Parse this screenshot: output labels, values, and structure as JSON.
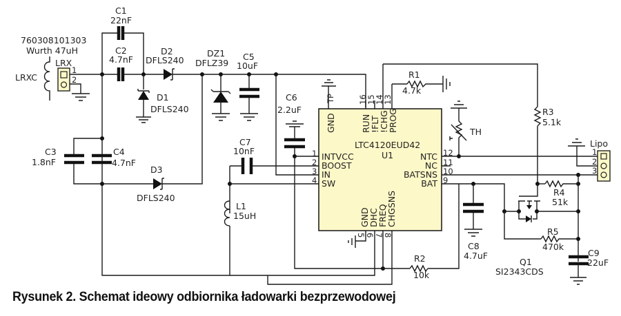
{
  "caption": "Rysunek 2. Schemat ideowy odbiornika ładowarki bezprzewodowej",
  "components": {
    "coil": {
      "ref": "LRXC",
      "part": "760308101303",
      "desc": "Wurth 47uH"
    },
    "lrx": {
      "ref": "LRX",
      "pin1": "1",
      "pin2": "2"
    },
    "c1": {
      "ref": "C1",
      "value": "22nF"
    },
    "c2": {
      "ref": "C2",
      "value": "4.7nF"
    },
    "c3": {
      "ref": "C3",
      "value": "1.8nF"
    },
    "c4": {
      "ref": "C4",
      "value": "4.7nF"
    },
    "c5": {
      "ref": "C5",
      "value": "10uF"
    },
    "c6": {
      "ref": "C6",
      "value": "2.2uF"
    },
    "c7": {
      "ref": "C7",
      "value": "10nF"
    },
    "c8": {
      "ref": "C8",
      "value": "4.7uF"
    },
    "c9": {
      "ref": "C9",
      "value": "22uF"
    },
    "d1": {
      "ref": "D1",
      "value": "DFLS240"
    },
    "d2": {
      "ref": "D2",
      "value": "DFLS240"
    },
    "d3": {
      "ref": "D3",
      "value": "DFLS240"
    },
    "dz1": {
      "ref": "DZ1",
      "value": "DFLZ39"
    },
    "l1": {
      "ref": "L1",
      "value": "15uH"
    },
    "r1": {
      "ref": "R1",
      "value": "4.7k"
    },
    "r2": {
      "ref": "R2",
      "value": "10k"
    },
    "r3": {
      "ref": "R3",
      "value": "5.1k"
    },
    "r4": {
      "ref": "R4",
      "value": "51k"
    },
    "r5": {
      "ref": "R5",
      "value": "470k"
    },
    "th": {
      "ref": "TH"
    },
    "q1": {
      "ref": "Q1",
      "value": "SI2343CDS"
    },
    "lipo": {
      "ref": "Lipo",
      "pin1": "1",
      "pin2": "2",
      "pin3": "3"
    }
  },
  "ic": {
    "part": "LTC4120EUD42",
    "ref": "U1",
    "left_pins": [
      {
        "num": "1",
        "name": "INTVCC"
      },
      {
        "num": "2",
        "name": "BOOST"
      },
      {
        "num": "3",
        "name": "IN"
      },
      {
        "num": "4",
        "name": "SW"
      }
    ],
    "right_pins": [
      {
        "num": "12",
        "name": "NTC"
      },
      {
        "num": "11",
        "name": "NC"
      },
      {
        "num": "10",
        "name": "BATSNS"
      },
      {
        "num": "9",
        "name": "BAT"
      }
    ],
    "top_pins": [
      {
        "num": "TP",
        "name": "GND"
      },
      {
        "num": "16",
        "name": "RUN"
      },
      {
        "num": "15",
        "name": "!FLT"
      },
      {
        "num": "14",
        "name": "!CHG"
      },
      {
        "num": "13",
        "name": "PROG"
      }
    ],
    "bottom_pins": [
      {
        "num": "5",
        "name": "GND"
      },
      {
        "num": "6",
        "name": "DHC"
      },
      {
        "num": "7",
        "name": "FREQ"
      },
      {
        "num": "8",
        "name": "CHGSNS"
      }
    ]
  }
}
